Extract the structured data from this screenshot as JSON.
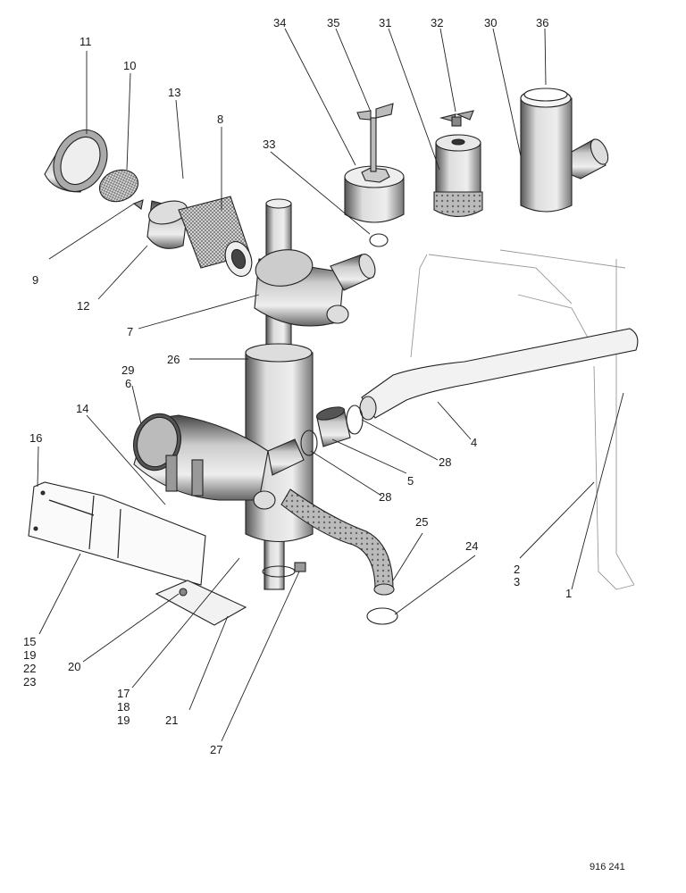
{
  "callouts": {
    "c1": "1",
    "c2": "2",
    "c3": "3",
    "c4": "4",
    "c5": "5",
    "c6": "6",
    "c7": "7",
    "c8": "8",
    "c9": "9",
    "c10": "10",
    "c11": "11",
    "c12": "12",
    "c13": "13",
    "c14": "14",
    "c15": "15",
    "c16": "16",
    "c17": "17",
    "c18": "18",
    "c19a": "19",
    "c19b": "19",
    "c20": "20",
    "c21": "21",
    "c22": "22",
    "c23": "23",
    "c24": "24",
    "c25": "25",
    "c26": "26",
    "c27": "27",
    "c28a": "28",
    "c28b": "28",
    "c29": "29",
    "c30": "30",
    "c31": "31",
    "c32": "32",
    "c33": "33",
    "c34": "34",
    "c35": "35",
    "c36": "36"
  },
  "reference": "916 241"
}
